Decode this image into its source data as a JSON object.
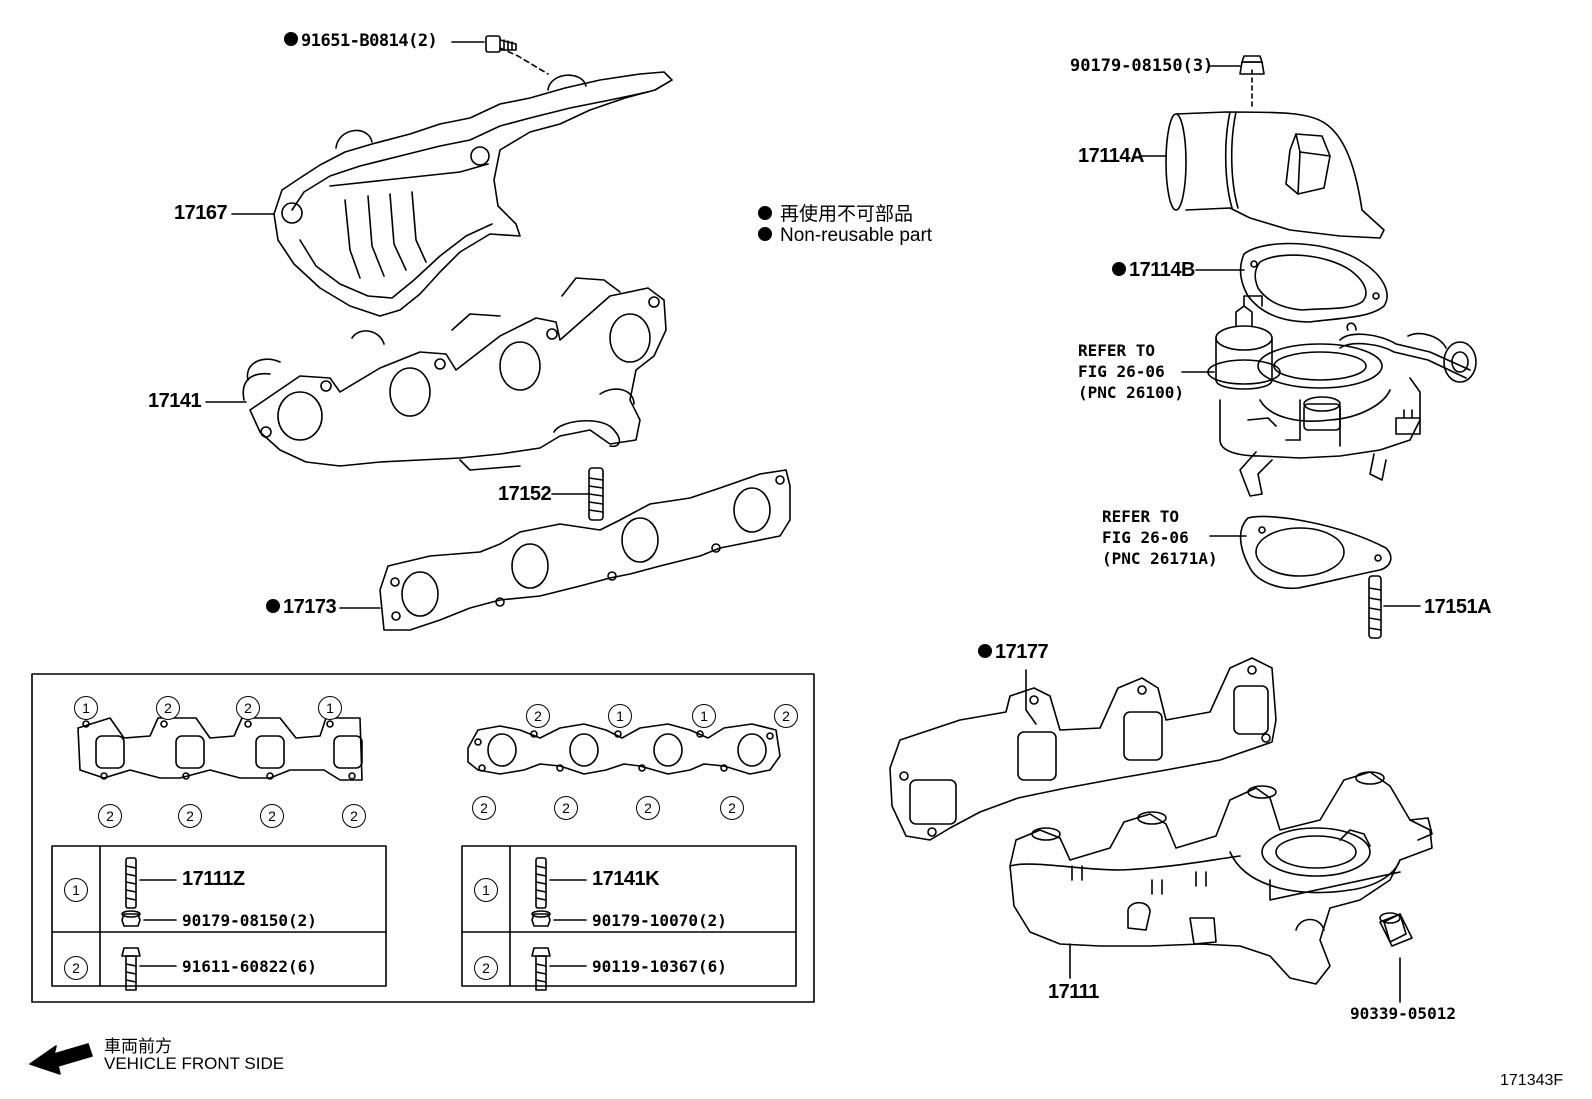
{
  "legend": {
    "jp": "再使用不可部品",
    "en": "Non-reusable part"
  },
  "direction": {
    "jp": "車両前方",
    "en": "VEHICLE FRONT SIDE"
  },
  "figure_id": "171343F",
  "parts": {
    "p91651": "91651-B0814(2)",
    "p17167": "17167",
    "p17141": "17141",
    "p17152": "17152",
    "p17173": "17173",
    "p90179_3": "90179-08150(3)",
    "p17114A": "17114A",
    "p17114B": "17114B",
    "p17151A": "17151A",
    "p17177": "17177",
    "p17111": "17111",
    "p90339": "90339-05012"
  },
  "refs": {
    "ref1": {
      "line1": "REFER TO",
      "line2": "FIG 26-06",
      "line3": "(PNC 26100)"
    },
    "ref2": {
      "line1": "REFER TO",
      "line2": "FIG 26-06",
      "line3": "(PNC 26171A)"
    }
  },
  "inset": {
    "left_table": {
      "row1": {
        "num": "1",
        "a": "17111Z",
        "b": "90179-08150(2)"
      },
      "row2": {
        "num": "2",
        "a": "91611-60822(6)"
      }
    },
    "right_table": {
      "row1": {
        "num": "1",
        "a": "17141K",
        "b": "90179-10070(2)"
      },
      "row2": {
        "num": "2",
        "a": "90119-10367(6)"
      }
    },
    "left_gasket_top": [
      "1",
      "2",
      "2",
      "1"
    ],
    "left_gasket_bottom": [
      "2",
      "2",
      "2",
      "2"
    ],
    "right_gasket_top": [
      "2",
      "1",
      "1",
      "2"
    ],
    "right_gasket_bottom": [
      "2",
      "2",
      "2",
      "2"
    ]
  }
}
